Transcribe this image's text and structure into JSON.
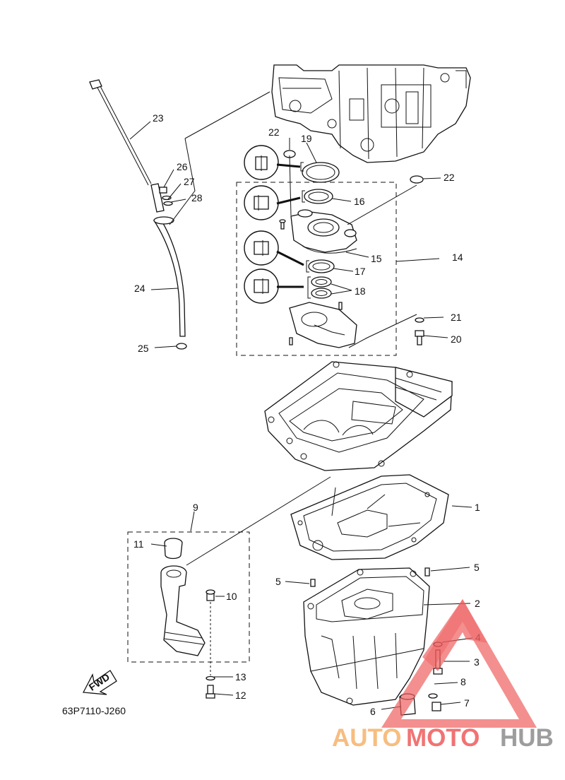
{
  "drawing_code": "63P7110-J260",
  "fwd_label": "FWD",
  "labels": {
    "p1": "1",
    "p2": "2",
    "p3": "3",
    "p4": "4",
    "p5a": "5",
    "p5b": "5",
    "p6": "6",
    "p7": "7",
    "p8": "8",
    "p9": "9",
    "p10": "10",
    "p11": "11",
    "p12": "12",
    "p13": "13",
    "p14": "14",
    "p15": "15",
    "p16": "16",
    "p17": "17",
    "p18": "18",
    "p19": "19",
    "p20": "20",
    "p21": "21",
    "p22a": "22",
    "p22b": "22",
    "p23": "23",
    "p24": "24",
    "p25": "25",
    "p26": "26",
    "p27": "27",
    "p28": "28"
  },
  "watermark": {
    "part1": "AUTO",
    "part2": "MOTO",
    "part3": "HUB",
    "color_orange": "#f6b26b",
    "color_red": "#ef5b5b",
    "color_gray": "#8c8c8c"
  }
}
